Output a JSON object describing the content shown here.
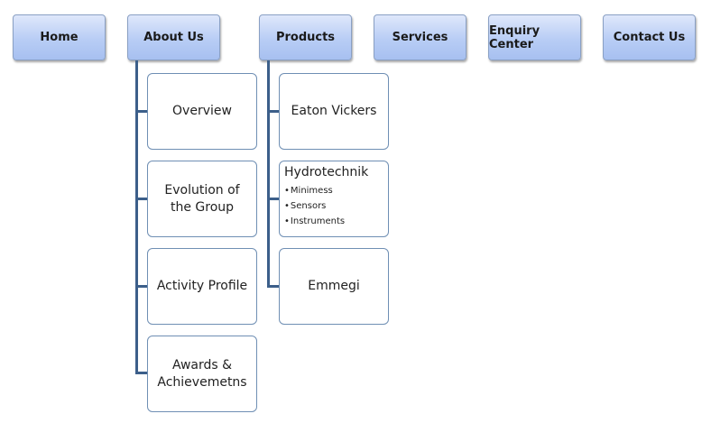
{
  "nav": [
    {
      "label": "Home"
    },
    {
      "label": "About Us"
    },
    {
      "label": "Products"
    },
    {
      "label": "Services"
    },
    {
      "label": "Enquiry Center"
    },
    {
      "label": "Contact Us"
    }
  ],
  "about_children": [
    {
      "label": "Overview"
    },
    {
      "label": "Evolution of the Group"
    },
    {
      "label": "Activity Profile"
    },
    {
      "label": "Awards & Achievemetns"
    }
  ],
  "product_children": {
    "eaton": "Eaton Vickers",
    "hydrotechnik": {
      "title": "Hydrotechnik",
      "items": [
        "Minimess",
        "Sensors",
        "Instruments"
      ]
    },
    "emmegi": "Emmegi"
  }
}
